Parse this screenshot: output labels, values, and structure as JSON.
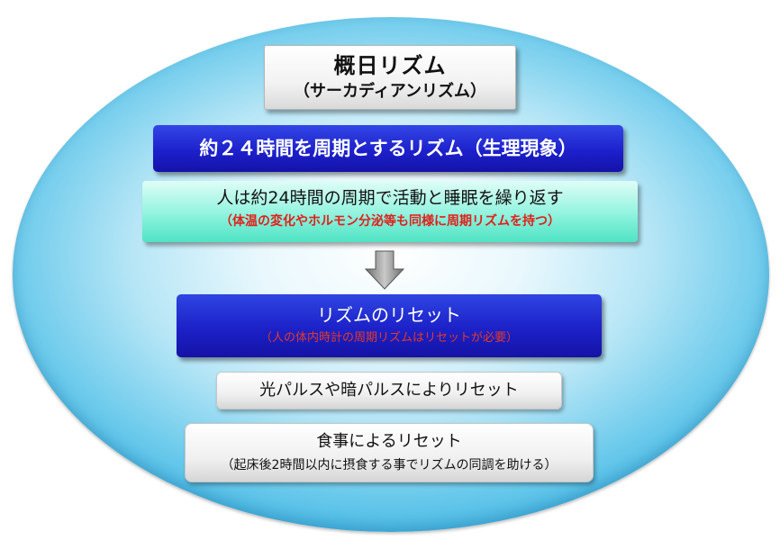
{
  "title": {
    "main": "概日リズム",
    "sub": "（サーカディアンリズム）"
  },
  "definition": "約２４時間を周期とするリズム（生理現象）",
  "cycle": {
    "main": "人は約24時間の周期で活動と睡眠を繰り返す",
    "note": "（体温の変化やホルモン分泌等も同様に周期リズムを持つ）"
  },
  "arrow_icon": "down-arrow-icon",
  "reset": {
    "main": "リズムのリセット",
    "note": "（人の体内時計の周期リズムはリセットが必要）"
  },
  "light_reset": "光パルスや暗パルスによりリセット",
  "meal_reset": {
    "main": "食事によるリセット",
    "note": "（起床後2時間以内に摂食する事でリズムの同調を助ける）"
  },
  "colors": {
    "blue_box": "#1d21cc",
    "teal_box": "#8ff3de",
    "note_red": "#e1201b",
    "ellipse_edge": "#3ab3e2"
  }
}
